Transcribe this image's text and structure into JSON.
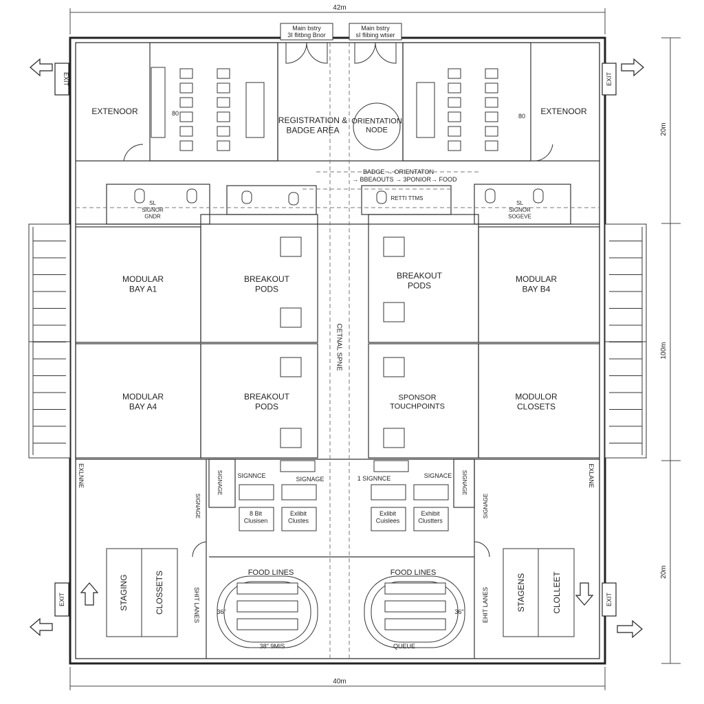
{
  "dimensions": {
    "top": "42m",
    "bottom": "40m",
    "right_1": "20m",
    "right_2": "100m",
    "right_3": "20m"
  },
  "entries": {
    "left": "Main bstry\n3I flitbng Bnor",
    "right": "Main bstry\nsI flibing wtser"
  },
  "exits": {
    "tl": "EXIT",
    "tr": "EXIT",
    "bl": "EXIT",
    "br": "EXIT"
  },
  "rooms": {
    "extenoor_left": "EXTENOOR",
    "extenoor_right": "EXTENOOR",
    "registration": "REGISTRATION &\nBADGE AREA",
    "orientation": "ORIENTATION\nNODE",
    "modular_a1": "MODULAR\nBAY A1",
    "modular_a4": "MODULAR\nBAY A4",
    "modular_b4": "MODULAR\nBAY B4",
    "modulor_closets": "MODULOR\nCLOSETS",
    "breakout_1": "BREAKOUT\nPODS",
    "breakout_2": "BREAKOUT\nPODS",
    "breakout_3": "BREAKOUT\nPODS",
    "sponsor": "SPONSOR\nTOUCHPOINTS",
    "central_spine": "CETNAL SPNE",
    "staging_left_1": "STAGING",
    "staging_left_2": "CLOSSETS",
    "staging_right_1": "STAGENS",
    "staging_right_2": "CLOLLEET",
    "food_lines_left": "FOOD LINES",
    "food_lines_right": "FOOD LINES",
    "queue": "QUEUE",
    "shit_lanes_left": "SHIT LANES",
    "shit_lanes_right": "EHIT LANES",
    "exlane_left": "EXLNNE",
    "exlane_right": "EXLANE",
    "signage_1": "SIGNNCE",
    "signage_2": "SIGNAGE",
    "signage_3": "1 SIGNNCE",
    "signage_4": "SIGNACE",
    "signage_v_left": "SIGNAGE",
    "signage_v_right": "SIGNAGE",
    "signage_v_small_left": "SIGNAGE",
    "signage_v_small_right": "SIGNAGE",
    "exhibit_1": "8 Bit\nClusisen",
    "exhibit_2": "Exlibit\nClustes",
    "exhibit_3": "Exlibit\nCuislees",
    "exhibit_4": "Exhibit\nClustters",
    "mark_36_left": "36\"",
    "mark_36_right": "36\"",
    "mark_38": "38\" 9MIS",
    "restroom_left": "SL\nSIGNOR\nGNDR",
    "restroom_right": "SL\nSIGNOR\nSOGEVE",
    "restroom_center": "RETTI TTMS"
  },
  "flow_note": {
    "line1": "BADGE → ORIENTATON",
    "line2": "→ BBEAOUTS → 3PONIOR→ FOOD"
  },
  "small_marks": {
    "80_left": "80",
    "80_right": "80"
  }
}
